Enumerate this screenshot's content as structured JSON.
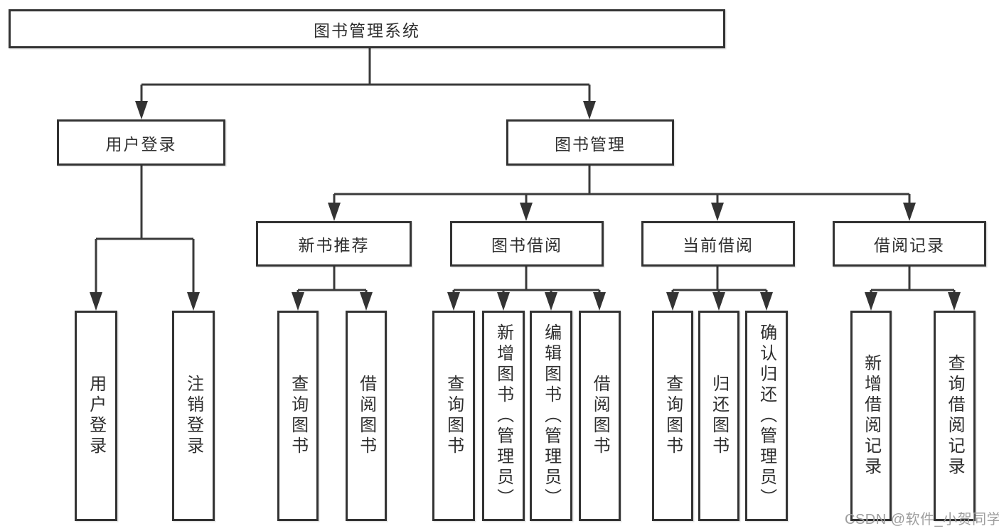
{
  "diagram": {
    "root": {
      "label": "图书管理系统"
    },
    "branches": [
      {
        "label": "用户登录",
        "children": [
          {
            "label": "用户登录"
          },
          {
            "label": "注销登录"
          }
        ]
      },
      {
        "label": "图书管理",
        "groups": [
          {
            "label": "新书推荐",
            "children": [
              {
                "label": "查询图书"
              },
              {
                "label": "借阅图书"
              }
            ]
          },
          {
            "label": "图书借阅",
            "children": [
              {
                "label": "查询图书"
              },
              {
                "label": "新增图书（管理员）"
              },
              {
                "label": "编辑图书（管理员）"
              },
              {
                "label": "借阅图书"
              }
            ]
          },
          {
            "label": "当前借阅",
            "children": [
              {
                "label": "查询图书"
              },
              {
                "label": "归还图书"
              },
              {
                "label": "确认归还（管理员）"
              }
            ]
          },
          {
            "label": "借阅记录",
            "children": [
              {
                "label": "新增借阅记录"
              },
              {
                "label": "查询借阅记录"
              }
            ]
          }
        ]
      }
    ]
  },
  "watermark": {
    "text": "CSDN @软件_小贺同学"
  },
  "colors": {
    "line": "#3a3a3a",
    "text": "#2f2f2f",
    "box_fill": "#ffffff",
    "watermark": "#9e9e9e",
    "background": "#ffffff"
  }
}
